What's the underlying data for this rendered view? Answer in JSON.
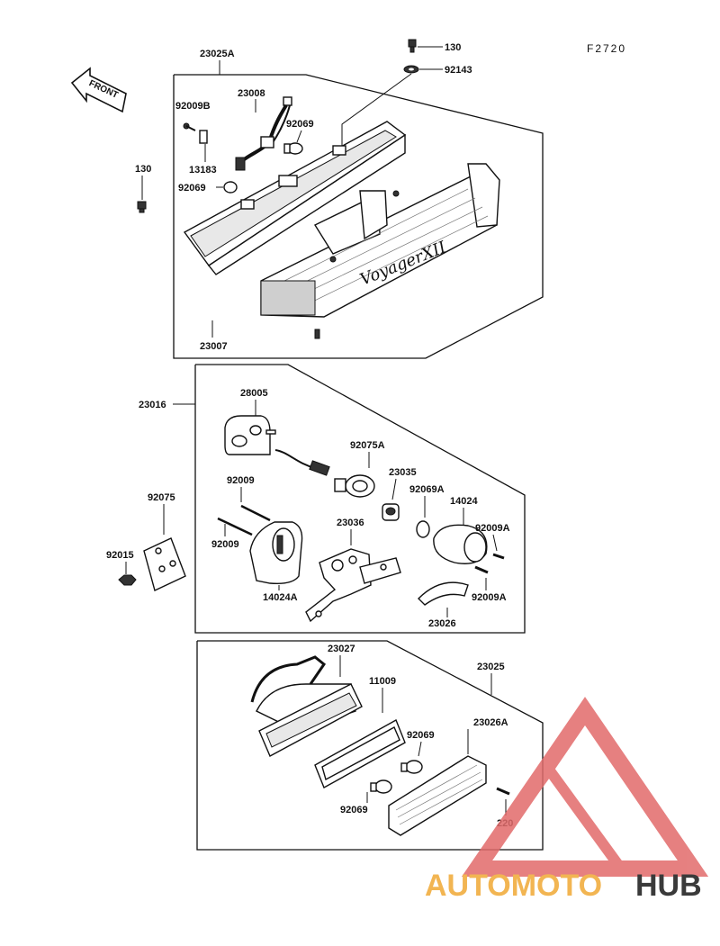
{
  "figure_code": "F2720",
  "front_marker": "FRONT",
  "badge_text": "VoyagerXII",
  "watermark": {
    "brand_part1": "AUTOMOTO",
    "brand_part2": "HUB",
    "color_triangle": "#e26b6b",
    "color_part1": "#f2b552",
    "color_part2": "#3a3a3a"
  },
  "labels": {
    "group_top": "23025A",
    "wiring_harness": "23008",
    "bolt_130_top": "130",
    "washer_92143": "92143",
    "screw_92009b": "92009B",
    "bulb_92069_a": "92069",
    "gasket_13183": "13183",
    "bolt_130_left": "130",
    "bulb_92069_b": "92069",
    "lens_23007": "23007",
    "group_mid": "23016",
    "bracket_28005": "28005",
    "socket_92075a": "92075A",
    "holder_23035": "23035",
    "bulb_92069a_top": "92069A",
    "lens_14024": "14024",
    "screw_92009a_top": "92009A",
    "screw_92009_a": "92009",
    "screw_92009_b": "92009",
    "plate_23036": "23036",
    "bracket_92075": "92075",
    "nut_92015": "92015",
    "housing_14024a": "14024A",
    "screw_92009a_bottom": "92009A",
    "cover_23026": "23026",
    "unit_23027": "23027",
    "gasket_11009": "11009",
    "group_bottom": "23025",
    "bulb_92069_c": "92069",
    "lens_23026a": "23026A",
    "bulb_92069_d": "92069",
    "screw_220": "220"
  }
}
